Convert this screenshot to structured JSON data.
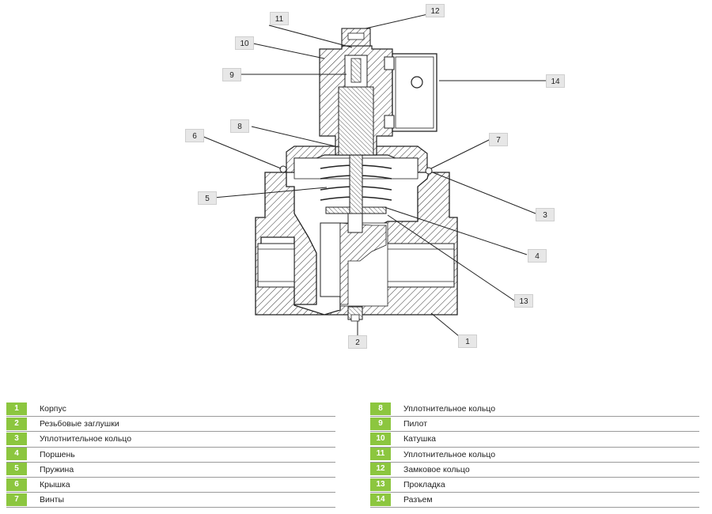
{
  "callouts": [
    "1",
    "2",
    "3",
    "4",
    "5",
    "6",
    "7",
    "8",
    "9",
    "10",
    "11",
    "12",
    "13",
    "14"
  ],
  "legend": {
    "left": [
      {
        "num": "1",
        "label": "Корпус"
      },
      {
        "num": "2",
        "label": "Резьбовые заглушки"
      },
      {
        "num": "3",
        "label": "Уплотнительное кольцо"
      },
      {
        "num": "4",
        "label": "Поршень"
      },
      {
        "num": "5",
        "label": "Пружина"
      },
      {
        "num": "6",
        "label": "Крышка"
      },
      {
        "num": "7",
        "label": "Винты"
      }
    ],
    "right": [
      {
        "num": "8",
        "label": "Уплотнительное кольцо"
      },
      {
        "num": "9",
        "label": "Пилот"
      },
      {
        "num": "10",
        "label": "Катушка"
      },
      {
        "num": "11",
        "label": "Уплотнительное кольцо"
      },
      {
        "num": "12",
        "label": "Замковое кольцо"
      },
      {
        "num": "13",
        "label": "Прокладка"
      },
      {
        "num": "14",
        "label": "Разъем"
      }
    ]
  },
  "colors": {
    "accent": "#8cc63f",
    "callout_bg": "#e7e7e7",
    "line": "#222222"
  }
}
